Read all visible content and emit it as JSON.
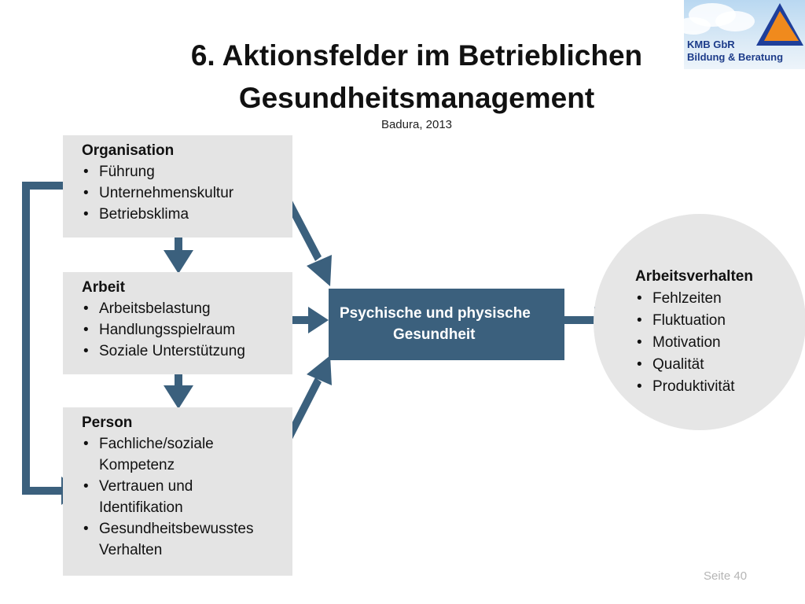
{
  "title": {
    "line1": "6. Aktionsfelder im Betrieblichen",
    "line2": "Gesundheitsmanagement"
  },
  "subtitle": "Badura, 2013",
  "logo": {
    "line1": "KMB GbR",
    "line2": "Bildung & Beratung",
    "colors": {
      "triangle_blue": "#1f3f9a",
      "triangle_orange": "#f08a1d"
    }
  },
  "boxes": {
    "organisation": {
      "heading": "Organisation",
      "items": [
        "Führung",
        "Unternehmenskultur",
        "Betriebsklima"
      ]
    },
    "arbeit": {
      "heading": "Arbeit",
      "items": [
        "Arbeitsbelastung",
        "Handlungsspielraum",
        "Soziale Unterstützung"
      ]
    },
    "person": {
      "heading": "Person",
      "items": [
        "Fachliche/soziale Kompetenz",
        "Vertrauen und Identifikation",
        "Gesundheitsbewusstes Verhalten"
      ]
    }
  },
  "center": {
    "line1": "Psychische und physische",
    "line2": "Gesundheit"
  },
  "outcome": {
    "heading": "Arbeitsverhalten",
    "items": [
      "Fehlzeiten",
      "Fluktuation",
      "Motivation",
      "Qualität",
      "Produktivität"
    ]
  },
  "page_number": "Seite  40",
  "colors": {
    "accent": "#3b607d",
    "box_fill": "#e4e4e4",
    "circle_fill": "#e6e6e6"
  }
}
